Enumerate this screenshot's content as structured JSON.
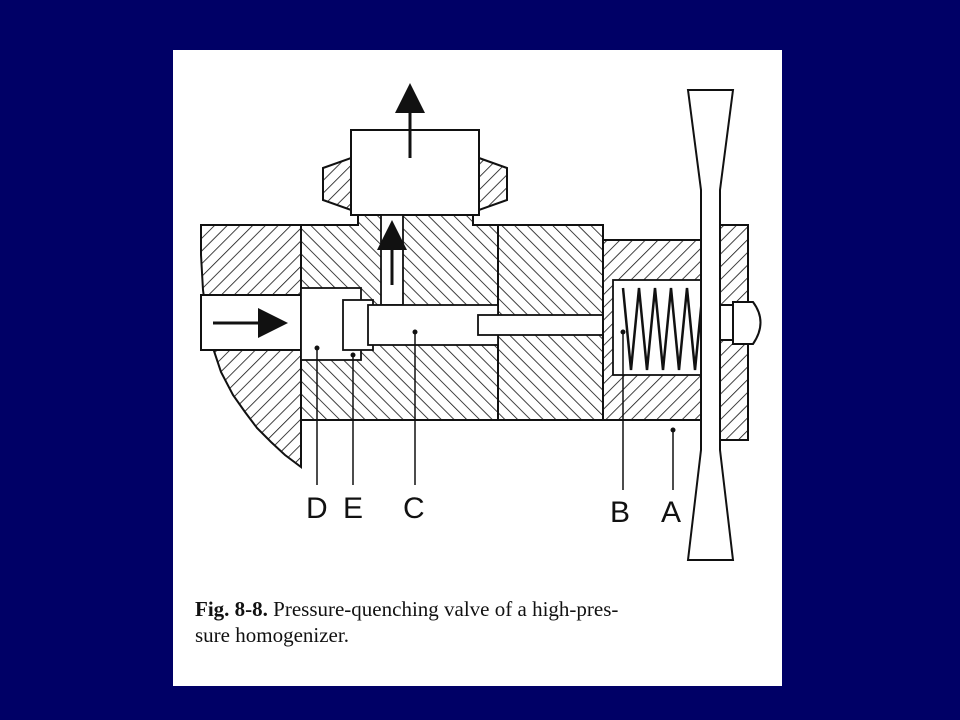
{
  "figure": {
    "labels": {
      "d": "D",
      "e": "E",
      "c": "C",
      "b": "B",
      "a": "A"
    },
    "caption": {
      "number": "Fig. 8-8.",
      "text": "Pressure-quenching valve of a high-pressure homogenizer.",
      "line1_rest": "Pressure-quenching valve of a high-pres-",
      "line2": "sure homogenizer."
    }
  }
}
